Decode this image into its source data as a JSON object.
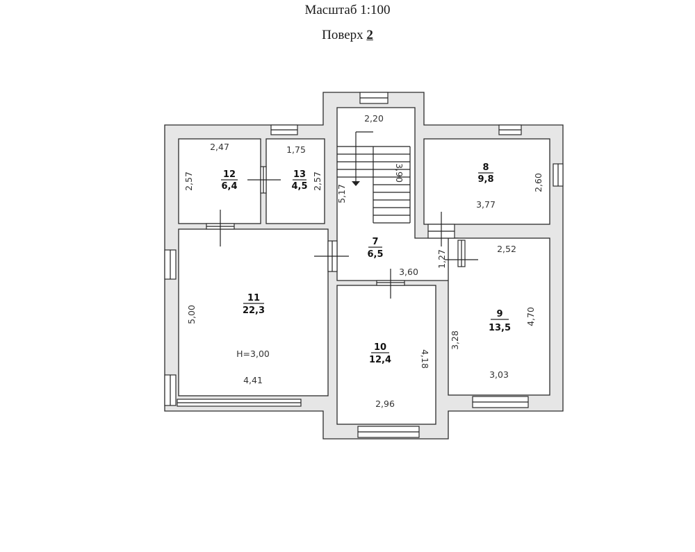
{
  "header": {
    "scale_text": "Масштаб 1:100",
    "floor_prefix": "Поверх",
    "floor_number": "2"
  },
  "rooms": [
    {
      "num": "12",
      "area": "6,4",
      "dims": [
        "2,47",
        "2,57"
      ]
    },
    {
      "num": "13",
      "area": "4,5",
      "dims": [
        "1,75",
        "2,57"
      ]
    },
    {
      "num": "7",
      "area": "6,5",
      "dims": [
        "2,20",
        "3,90",
        "5,17",
        "1,27",
        "3,60"
      ]
    },
    {
      "num": "8",
      "area": "9,8",
      "dims": [
        "2,60",
        "3,77"
      ]
    },
    {
      "num": "11",
      "area": "22,3",
      "dims": [
        "5,00",
        "4,41"
      ],
      "note": "Н=3,00"
    },
    {
      "num": "10",
      "area": "12,4",
      "dims": [
        "4,18",
        "2,96"
      ]
    },
    {
      "num": "9",
      "area": "13,5",
      "dims": [
        "2,52",
        "4,70",
        "3,28",
        "3,03"
      ]
    }
  ]
}
